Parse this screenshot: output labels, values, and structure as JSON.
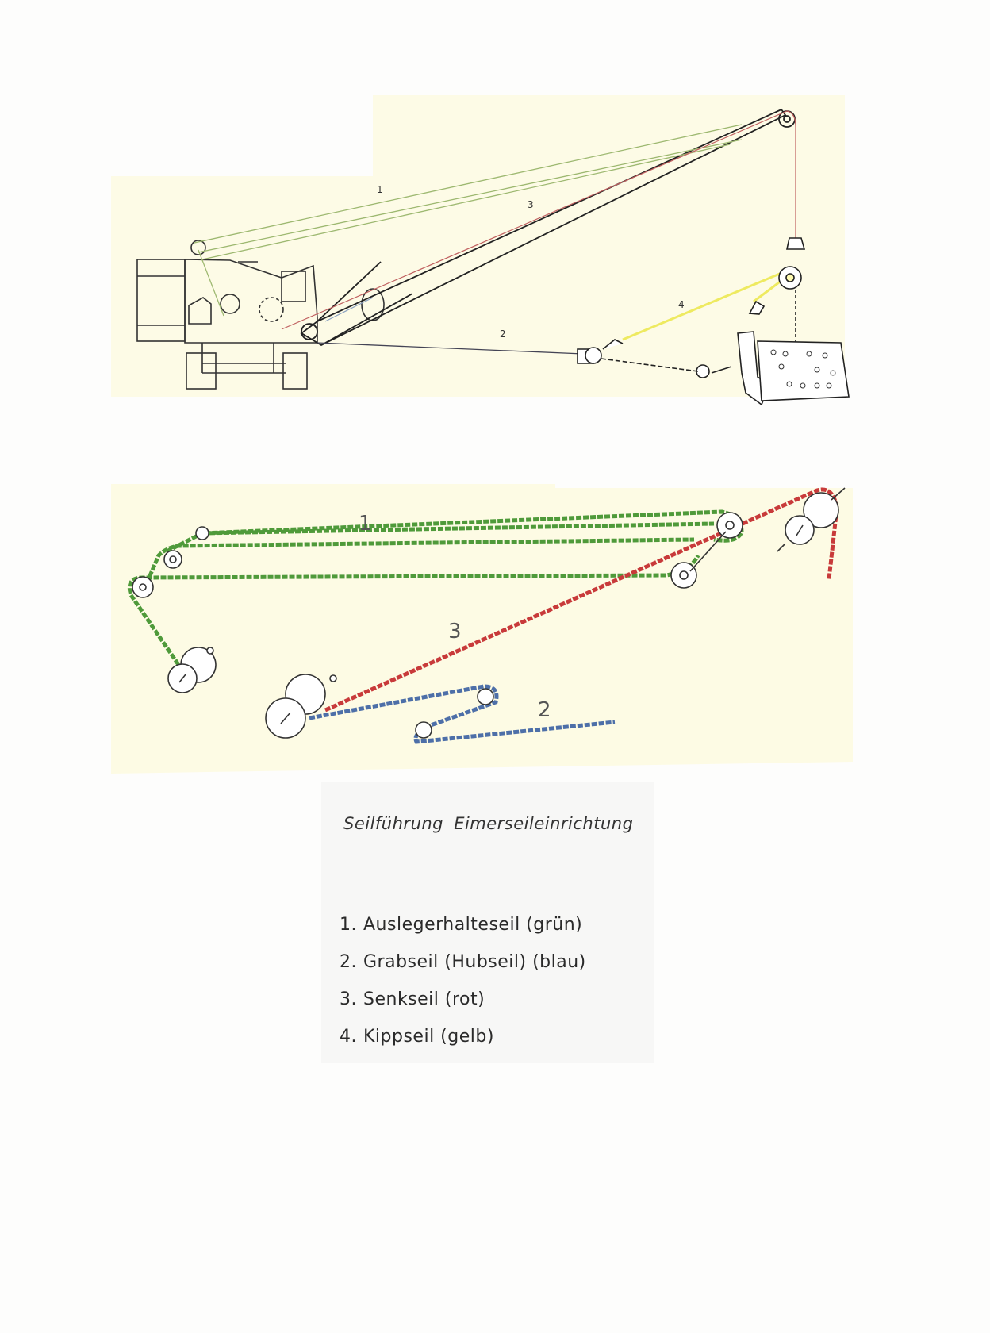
{
  "top_diagram": {
    "rope_labels": [
      "1",
      "2",
      "3",
      "4"
    ]
  },
  "bottom_diagram": {
    "rope_labels": [
      "1",
      "2",
      "3"
    ]
  },
  "caption": "Seilführung  Eimerseileinrichtung",
  "legend": [
    {
      "num": "1.",
      "text": "Auslegerhalteseil  (grün)",
      "color": "#5a9a3a"
    },
    {
      "num": "2.",
      "text": "Grabseil  (Hubseil)  (blau)",
      "color": "#4a6aa0"
    },
    {
      "num": "3.",
      "text": "Senkseil  (rot)",
      "color": "#c84040"
    },
    {
      "num": "4.",
      "text": "Kippseil  (gelb)",
      "color": "#e8e050"
    }
  ]
}
